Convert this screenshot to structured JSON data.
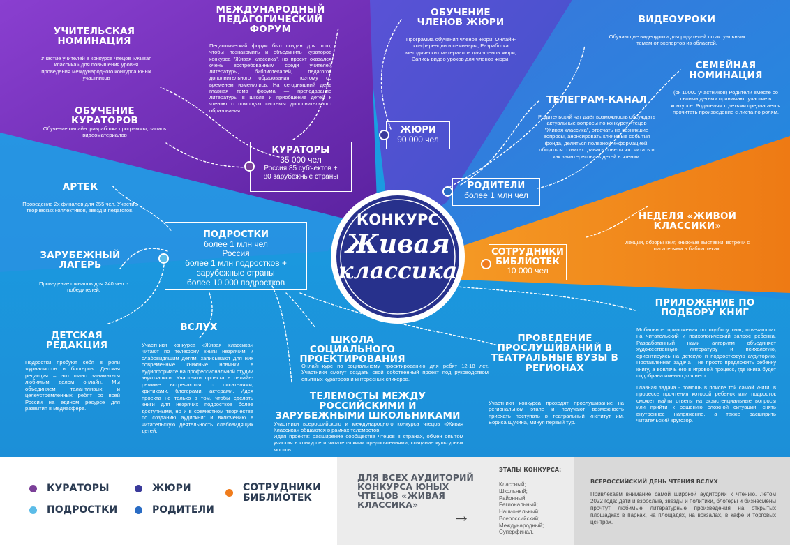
{
  "center": {
    "title": "КОНКУРС",
    "script_line1": "Живая",
    "script_line2": "классика"
  },
  "uchitelskaya": {
    "title": "УЧИТЕЛЬСКАЯ НОМИНАЦИЯ",
    "text": "Участие учителей в конкурсе чтецов «Живая классика» для повышения уровня проведения международного конкурса юных участников"
  },
  "forum": {
    "title": "МЕЖДУНАРОДНЫЙ ПЕДАГОГИЧЕСКИЙ ФОРУМ",
    "text": "Педагогический форум был создан для того, чтобы познакомить и объединить кураторов конкурса \"Живая классика\", но проект оказался очень востребованным среди учителей литературы, библиотекарей, педагогов дополнительного образования, поэтому со временем изменились. На сегодняшний день главная тема форума — преподавание литературы в школе и приобщение детей к чтению с помощью системы дополнительного образования."
  },
  "obuchenie_kuratorov": {
    "title": "ОБУЧЕНИЕ КУРАТОРОВ",
    "text": "Обучение онлайн: разработка программы, запись видеоматериалов"
  },
  "kuratory": {
    "title": "КУРАТОРЫ",
    "line1": "35 000 чел",
    "line2": "Россия 85 субъектов +",
    "line3": "80 зарубежные страны"
  },
  "obuchenie_zhyuri": {
    "title": "ОБУЧЕНИЕ ЧЛЕНОВ ЖЮРИ",
    "text": "Программа обучения членов жюри; Онлайн-конференции и семинары; Разработка методических материалов для членов жюри; Запись видео уроков для членов жюри."
  },
  "zhyuri": {
    "title": "ЖЮРИ",
    "line1": "90 000 чел"
  },
  "videouroki": {
    "title": "ВИДЕОУРОКИ",
    "text": "Обучающие видеоуроки для родителей по актуальным темам от экспертов из областей."
  },
  "semeynaya": {
    "title": "СЕМЕЙНАЯ НОМИНАЦИЯ",
    "text": "(ок 10000 участников) Родители вместе со своими детьми принимают участие в конкурсе. Родителям с детьми предлагается прочитать произведение с листа по ролям."
  },
  "telegram": {
    "title": "ТЕЛЕГРАМ-КАНАЛ",
    "text": "Родительский чат даёт возможность обсуждать актуальные вопросы по конкурсу чтецов \"Живая классика\", отвечать на возникшие вопросы, анонсировать ключевые события фонда, делиться полезной информацией, общаться с книгах: давать советы что читать и как заинтересовать детей в чтении."
  },
  "roditeli": {
    "title": "РОДИТЕЛИ",
    "line1": "более 1 млн чел"
  },
  "artek": {
    "title": "АРТЕК",
    "text": "Проведение 2х финалов для 255 чел. Участие творческих коллективов, звезд и педагогов."
  },
  "podrostki": {
    "title": "ПОДРОСТКИ",
    "line1": "более 1 млн чел",
    "line2": "Россия",
    "line3": "более 1 млн подростков +",
    "line4": "зарубежные страны",
    "line5": "более 10 000 подростков"
  },
  "lager": {
    "title": "ЗАРУБЕЖНЫЙ ЛАГЕРЬ",
    "text": "Проведение финалов для 240 чел. - победителей."
  },
  "nedelya": {
    "title": "НЕДЕЛЯ «ЖИВОЙ КЛАССИКИ»",
    "text": "Лекции, обзоры книг, книжные выставки, встречи с писателями в библиотеках."
  },
  "sotrudniki": {
    "title": "СОТРУДНИКИ БИБЛИОТЕК",
    "line1": "10 000 чел"
  },
  "redaktsiya": {
    "title": "ДЕТСКАЯ РЕДАКЦИЯ",
    "text": "Подростки пробуют себя в роли журналистов и блогеров. Детская редакция – это шанс заниматься любимым делом онлайн. Мы объединяем талантливых и целеустремленных ребят со всей России на едином ресурсе для развития в медиасфере."
  },
  "vslukh": {
    "title": "ВСЛУХ",
    "text": "Участники конкурса «Живая классика» читают по телефону книги незрячим и слабовидящим детям, записывают для них современные книжные новинки в аудиоформате на профессиональной студии звукозаписи. Участники проекта в онлайн-режиме встречаются с писателями, критиками, блогерами, актерами. Идея проекта не только в том, чтобы сделать книги для незрячих подростков более доступными, но и в совместном творчестве по созданию аудиокниг и включению в читательскую деятельность слабовидящих детей."
  },
  "shkola": {
    "title": "ШКОЛА СОЦИАЛЬНОГО ПРОЕКТИРОВАНИЯ",
    "text": "Онлайн-курс по социальному проектированию для ребят 12-18 лет. Участники смогут создать свой собственный проект под руководством опытных кураторов и интересных спикеров."
  },
  "telemosty": {
    "title": "ТЕЛЕМОСТЫ МЕЖДУ РОССИЙСКИМИ И ЗАРУБЕЖНЫМИ ШКОЛЬНИКАМИ",
    "text1": "Участники всероссийского и международного конкурса чтецов «Живая Классика» общаются в рамках телемостов.",
    "text2": "Идея проекта: расширение сообщества чтецов в странах, обмен опытом участия в конкурсе и читательскими предпочтениями, создание культурных мостов."
  },
  "proslushivaniya": {
    "title": "ПРОВЕДЕНИЕ ПРОСЛУШИВАНИЙ В ТЕАТРАЛЬНЫЕ ВУЗЫ В РЕГИОНАХ",
    "text": "Участники конкурса проходят прослушивание на региональном этапе и получают возможность приехать поступать в театральный институт им. Бориса Щукина, минуя первый тур."
  },
  "prilozhenie": {
    "title": "ПРИЛОЖЕНИЕ ПО ПОДБОРУ КНИГ",
    "text1": "Мобильное приложения по подбору книг, отвечающих на читательский и психологический запрос ребенка. Разработанный нами алгоритм объединяет художественную литературу и психологию, ориентируясь на детскую и подростковую аудиторию. Поставленная задача – не просто предложить ребенку книгу, а вовлечь его в игровой процесс, где книга будет подобрана именно для него.",
    "text2": "Главная задача - помощь в поиске той самой книги, в процессе прочтения которой ребенок или подросток сможет найти ответы на экзистенциальные вопросы или прийти к решению сложной ситуации, снять внутреннее напряжение, а также расширить читательский кругозор."
  },
  "legend": {
    "items": [
      {
        "label": "КУРАТОРЫ",
        "color": "#7b3f98"
      },
      {
        "label": "ЖЮРИ",
        "color": "#3a3a9a"
      },
      {
        "label": "СОТРУДНИКИ БИБЛИОТЕК",
        "color": "#f07c1c"
      },
      {
        "label": "ПОДРОСТКИ",
        "color": "#5bbce8"
      },
      {
        "label": "РОДИТЕЛИ",
        "color": "#2a6cc4"
      }
    ]
  },
  "bottom_mid": {
    "title": "ДЛЯ ВСЕХ АУДИТОРИЙ КОНКУРСА ЮНЫХ ЧТЕЦОВ «ЖИВАЯ КЛАССИКА»",
    "arrow": "→",
    "stages_title": "ЭТАПЫ КОНКУРСА:",
    "stages": [
      "Классный;",
      "Школьный;",
      "Районный;",
      "Региональный;",
      "Национальный;",
      "Всероссийский;",
      "Международный;",
      "Суперфинал."
    ]
  },
  "bottom_right": {
    "title": "ВСЕРОССИЙСКИЙ ДЕНЬ ЧТЕНИЯ ВСЛУХ",
    "text": "Привлекаем внимание самой широкой аудитории к чтению. Летом 2022 года: дети и взрослые, звезды и политики, блогеры и бизнесмены прочтут любимые литературные произведения на открытых площадках в парках, на площадях, на вокзалах, в кафе и торговых центрах."
  },
  "colors": {
    "purple": "#6a2aa8",
    "indigo": "#4b49c9",
    "blue": "#2c7fd6",
    "orange": "#f28419",
    "cyan": "#16a6e2",
    "navy": "#27318c"
  }
}
